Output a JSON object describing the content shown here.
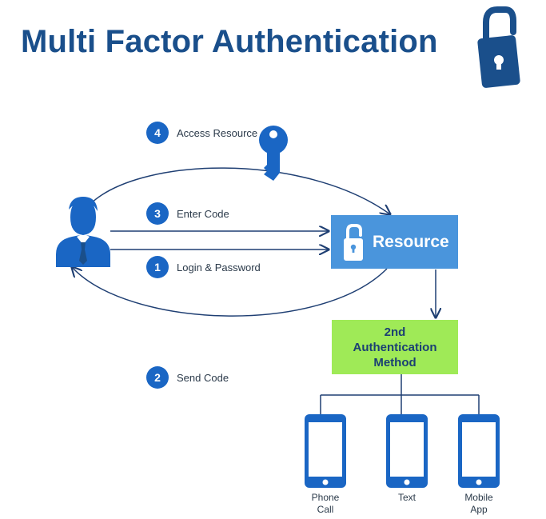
{
  "title": "Multi Factor Authentication",
  "steps": [
    {
      "number": "4",
      "label": "Access Resource"
    },
    {
      "number": "3",
      "label": "Enter Code"
    },
    {
      "number": "1",
      "label": "Login & Password"
    },
    {
      "number": "2",
      "label": "Send Code"
    }
  ],
  "resource": {
    "label": "Resource"
  },
  "second_method": {
    "label_lines": [
      "2nd",
      "Authentication",
      "Method"
    ]
  },
  "devices": [
    {
      "label": "Phone\nCall",
      "icon": "phone-icon"
    },
    {
      "label": "Text",
      "icon": "phone-icon"
    },
    {
      "label": "Mobile\nApp",
      "icon": "phone-icon"
    }
  ],
  "colors": {
    "title": "#1a4f8b",
    "primary_blue": "#1a66c4",
    "resource_box": "#4a95dc",
    "method_box": "#9fea57",
    "line": "#1f3f73"
  }
}
